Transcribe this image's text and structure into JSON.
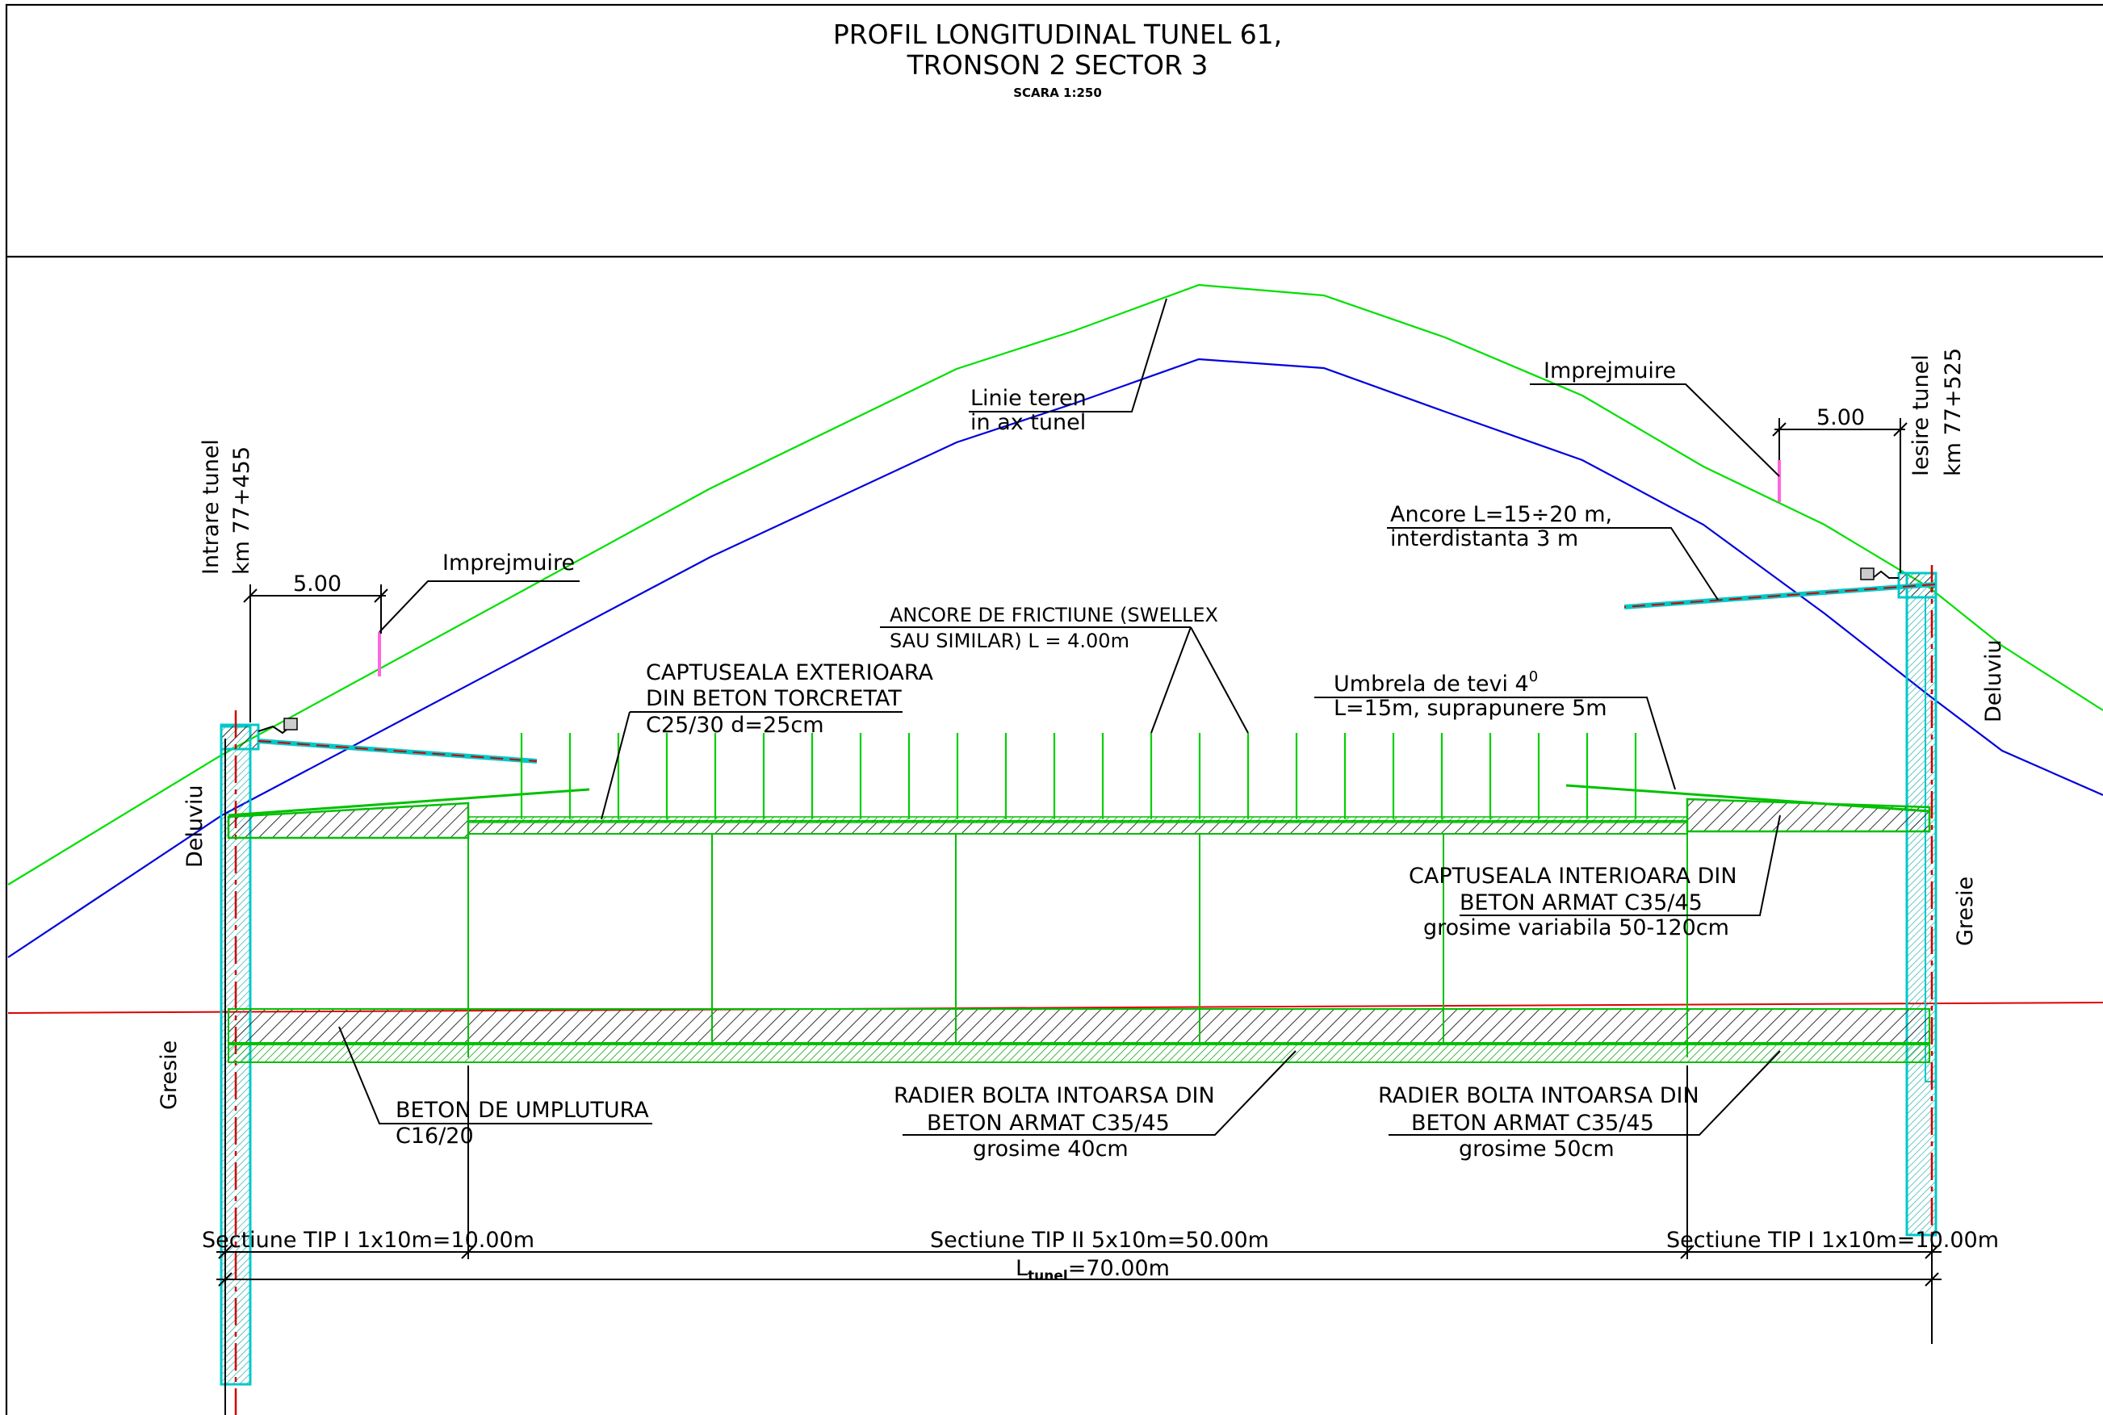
{
  "title": {
    "line1": "PROFIL LONGITUDINAL TUNEL 61,",
    "line2": "TRONSON 2 SECTOR 3",
    "scale": "SCARA 1:250"
  },
  "left_portal": {
    "name": "Intrare tunel",
    "km": "km 77+455",
    "dim": "5.00",
    "fence": "Imprejmuire"
  },
  "right_portal": {
    "name": "Iesire tunel",
    "km": "km 77+525",
    "dim": "5.00",
    "fence": "Imprejmuire"
  },
  "ground": {
    "line1": "Linie teren",
    "line2": "in ax tunel"
  },
  "anchors_portal": {
    "line1": "Ancore L=15÷20 m,",
    "line2": "interdistanta 3 m"
  },
  "friction_anchors": {
    "line1": "ANCORE DE FRICTIUNE (SWELLEX",
    "line2": "SAU SIMILAR) L = 4.00m"
  },
  "outer_lining": {
    "line1": "CAPTUSEALA EXTERIOARA",
    "line2": "DIN BETON TORCRETAT",
    "line3": "C25/30 d=25cm"
  },
  "umbrella": {
    "line1": "Umbrela de tevi 4",
    "sup": "0",
    "line2": "L=15m, suprapunere 5m"
  },
  "inner_lining": {
    "line1": "CAPTUSEALA INTERIOARA DIN",
    "line2": "BETON ARMAT C35/45",
    "line3": "grosime variabila 50-120cm"
  },
  "fill_concrete": {
    "line1": "BETON DE UMPLUTURA",
    "line2": "C16/20"
  },
  "invert_mid": {
    "line1": "RADIER BOLTA INTOARSA DIN",
    "line2": "BETON ARMAT C35/45",
    "line3": "grosime 40cm"
  },
  "invert_end": {
    "line1": "RADIER BOLTA INTOARSA DIN",
    "line2": "BETON ARMAT C35/45",
    "line3": "grosime 50cm"
  },
  "soils": {
    "deluviu_left": "Deluviu",
    "gresie_left": "Gresie",
    "deluviu_right": "Deluviu",
    "gresie_right": "Gresie"
  },
  "sections": {
    "left": "Sectiune TIP I 1x10m=10.00m",
    "middle": "Sectiune TIP II 5x10m=50.00m",
    "right": "Sectiune TIP I 1x10m=10.00m"
  },
  "total": {
    "prefix": "L",
    "sub": "tunel",
    "value": "=70.00m"
  },
  "colors": {
    "terrain": "#00e000",
    "rock_boundary": "#0000e0",
    "water_level": "#e00000",
    "structure": "#00d000",
    "portal": "#00c8c8",
    "axis": "#d00000",
    "fence": "#ff66dd"
  }
}
